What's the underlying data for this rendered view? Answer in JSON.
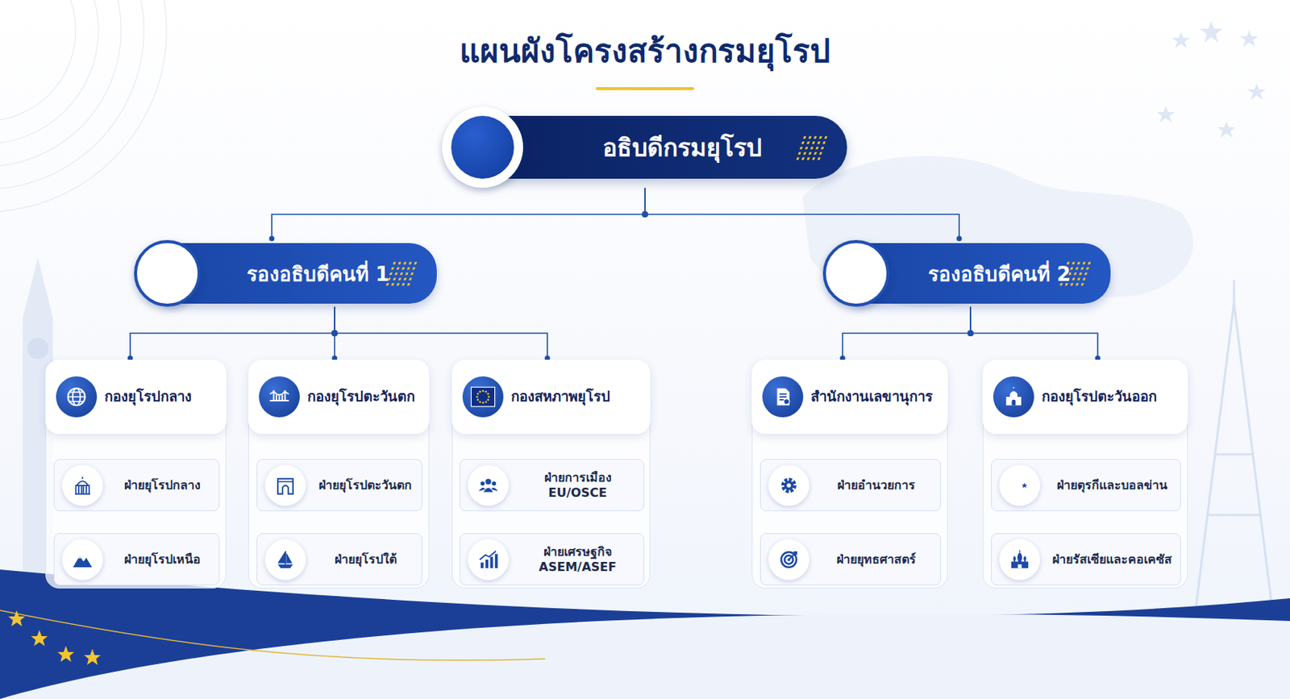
{
  "diagram": {
    "title": "แผนผังโครงสร้างกรมยุโรป",
    "nodes": [
      {
        "text": [
          "อธิบดีกรมยุโรป"
        ]
      },
      {
        "text": [
          "รองอธิบดีคนที่ 1"
        ]
      },
      {
        "text": [
          "รองอธิบดีคนที่ 2"
        ]
      },
      {
        "text": [
          "กองยุโรปกลาง"
        ]
      },
      {
        "text": [
          "ฝ่ายยุโรปกลาง"
        ],
        "in": 3
      },
      {
        "text": [
          "ฝ่ายยุโรปเหนือ"
        ],
        "in": 3
      },
      {
        "text": [
          "กองยุโรปตะวันตก"
        ]
      },
      {
        "text": [
          "ฝ่ายยุโรปตะวันตก"
        ],
        "in": 6
      },
      {
        "text": [
          "ฝ่ายยุโรปใต้"
        ],
        "in": 6
      },
      {
        "text": [
          "กองสหภาพยุโรป"
        ]
      },
      {
        "text": [
          "ฝ่ายการเมือง EU/OSCE"
        ],
        "in": 9
      },
      {
        "text": [
          "ฝ่ายเศรษฐกิจ ASEM/ASEF"
        ],
        "in": 9
      },
      {
        "text": [
          "สำนักงานเลขานุการ"
        ]
      },
      {
        "text": [
          "ฝ่ายอำนวยการ"
        ],
        "in": 12
      },
      {
        "text": [
          "ฝ่ายยุทธศาสตร์"
        ],
        "in": 12
      },
      {
        "text": [
          "กองยุโรปตะวันออก"
        ]
      },
      {
        "text": [
          "ฝ่ายตุรกีและบอลข่าน"
        ],
        "in": 15
      },
      {
        "text": [
          "ฝ่ายรัสเซียและคอเคซัส"
        ],
        "in": 15
      }
    ],
    "edges": [
      {
        "from": 0,
        "to": 1,
        "arrow": "none"
      },
      {
        "from": 0,
        "to": 2,
        "arrow": "none"
      },
      {
        "from": 1,
        "to": 3,
        "arrow": "none"
      },
      {
        "from": 1,
        "to": 6,
        "arrow": "none"
      },
      {
        "from": 1,
        "to": 9,
        "arrow": "none"
      },
      {
        "from": 2,
        "to": 12,
        "arrow": "none"
      },
      {
        "from": 2,
        "to": 15,
        "arrow": "none"
      }
    ]
  }
}
